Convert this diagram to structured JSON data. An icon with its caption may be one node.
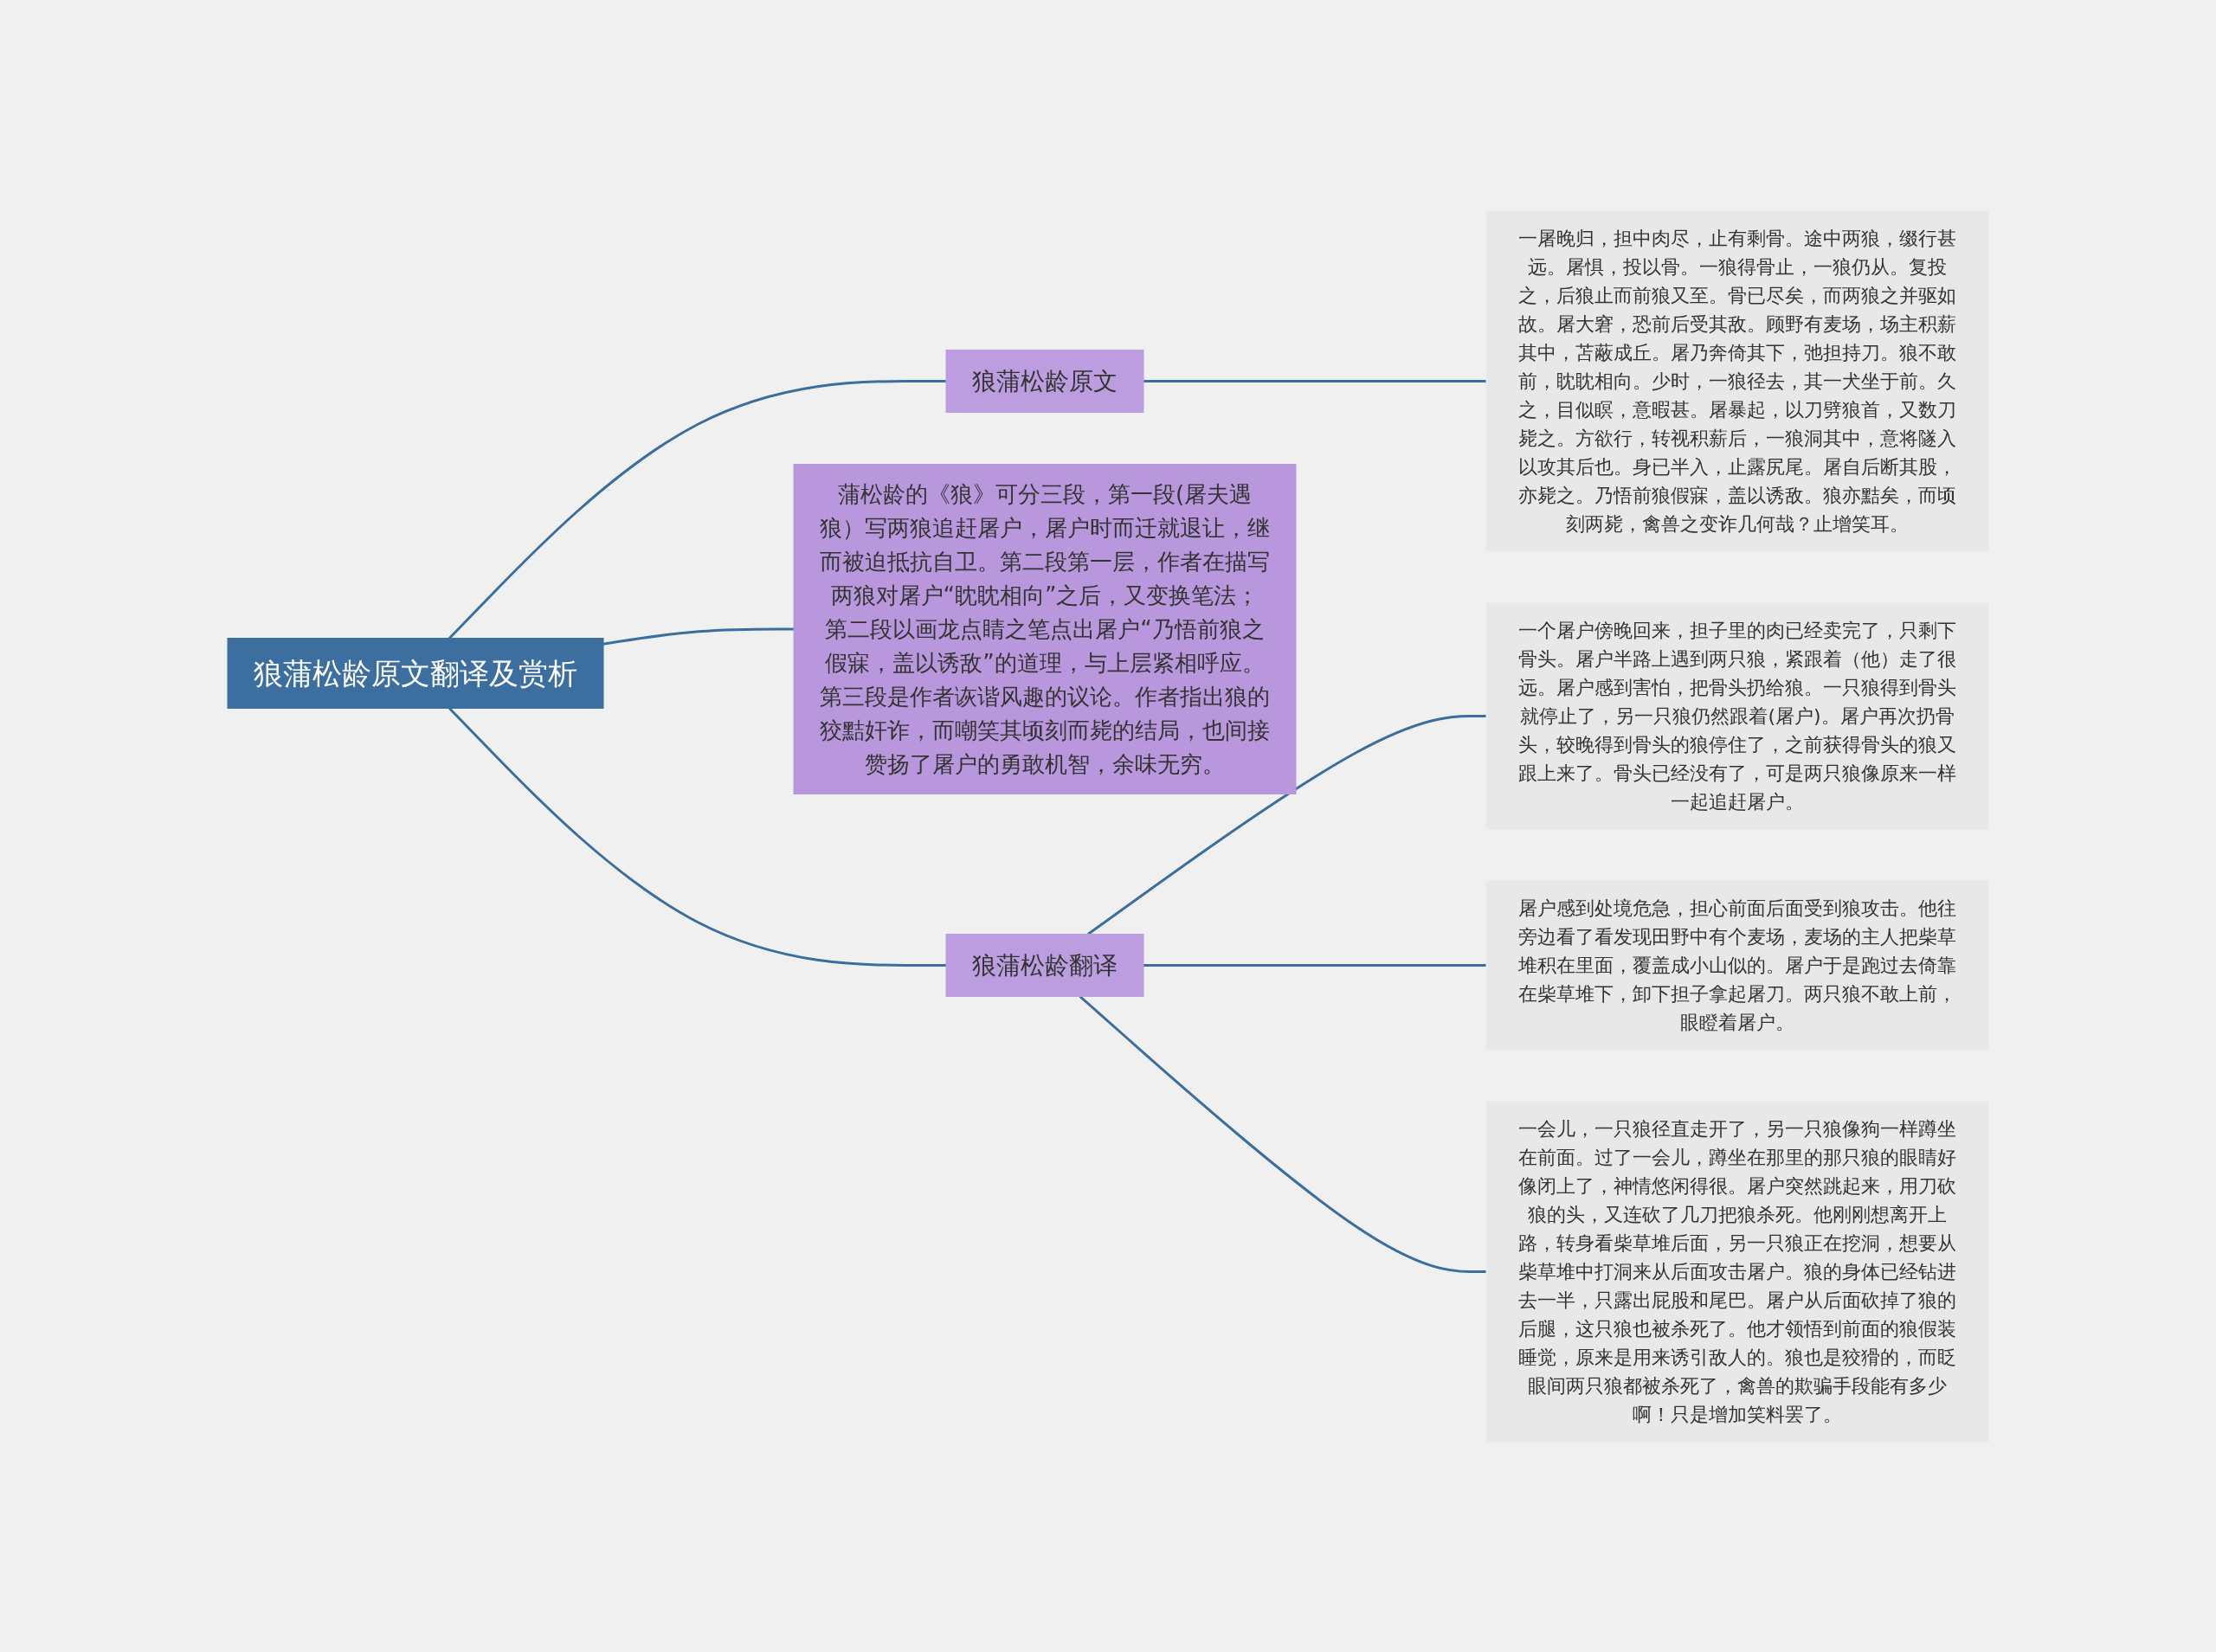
{
  "diagram": {
    "nodes": [
      {
        "text": [
          "狼蒲松龄原文翻译及赏析"
        ]
      },
      {
        "text": [
          "狼蒲松龄原文"
        ]
      },
      {
        "text": [
          "一屠晚归，担中肉尽，止有剩骨。途中两狼，缀行甚远。屠惧，投以骨。一狼得骨止，一狼仍从。复投之，后狼止而前狼又至。骨已尽矣，而两狼之并驱如故。屠大窘，恐前后受其敌。顾野有麦场，场主积薪其中，苫蔽成丘。屠乃奔倚其下，弛担持刀。狼不敢前，眈眈相向。少时，一狼径去，其一犬坐于前。久之，目似瞑，意暇甚。屠暴起，以刀劈狼首，又数刀毙之。方欲行，转视积薪后，一狼洞其中，意将隧入以攻其后也。身已半入，止露尻尾。屠自后断其股，亦毙之。乃悟前狼假寐，盖以诱敌。狼亦黠矣，而顷刻两毙，禽兽之变诈几何哉？止增笑耳。"
        ]
      },
      {
        "text": [
          "蒲松龄的《狼》可分三段，第一段(屠夫遇狼）写两狼追赶屠户，屠户时而迁就退让，继而被迫抵抗自卫。第二段第一层，作者在描写两狼对屠户“眈眈相向”之后，又变换笔法；第二段以画龙点睛之笔点出屠户“乃悟前狼之假寐，盖以诱敌”的道理，与上层紧相呼应。第三段是作者诙谐风趣的议论。作者指出狼的狡黠奸诈，而嘲笑其顷刻而毙的结局，也间接赞扬了屠户的勇敢机智，余味无穷。"
        ]
      },
      {
        "text": [
          "狼蒲松龄翻译"
        ]
      },
      {
        "text": [
          "一个屠户傍晚回来，担子里的肉已经卖完了，只剩下骨头。屠户半路上遇到两只狼，紧跟着（他）走了很远。屠户感到害怕，把骨头扔给狼。一只狼得到骨头就停止了，另一只狼仍然跟着(屠户)。屠户再次扔骨头，较晚得到骨头的狼停住了，之前获得骨头的狼又跟上来了。骨头已经没有了，可是两只狼像原来一样一起追赶屠户。"
        ]
      },
      {
        "text": [
          "屠户感到处境危急，担心前面后面受到狼攻击。他往旁边看了看发现田野中有个麦场，麦场的主人把柴草堆积在里面，覆盖成小山似的。屠户于是跑过去倚靠在柴草堆下，卸下担子拿起屠刀。两只狼不敢上前，眼瞪着屠户。"
        ]
      },
      {
        "text": [
          "一会儿，一只狼径直走开了，另一只狼像狗一样蹲坐在前面。过了一会儿，蹲坐在那里的那只狼的眼睛好像闭上了，神情悠闲得很。屠户突然跳起来，用刀砍狼的头，又连砍了几刀把狼杀死。他刚刚想离开上路，转身看柴草堆后面，另一只狼正在挖洞，想要从柴草堆中打洞来从后面攻击屠户。狼的身体已经钻进去一半，只露出屁股和尾巴。屠户从后面砍掉了狼的后腿，这只狼也被杀死了。他才领悟到前面的狼假装睡觉，原来是用来诱引敌人的。狼也是狡猾的，而眨眼间两只狼都被杀死了，禽兽的欺骗手段能有多少啊！只是增加笑料罢了。"
        ]
      }
    ],
    "edges": [
      {
        "from": 0,
        "to": 1,
        "arrow": "none"
      },
      {
        "from": 1,
        "to": 2,
        "arrow": "none"
      },
      {
        "from": 0,
        "to": 3,
        "arrow": "none"
      },
      {
        "from": 0,
        "to": 4,
        "arrow": "none"
      },
      {
        "from": 4,
        "to": 5,
        "arrow": "none"
      },
      {
        "from": 4,
        "to": 6,
        "arrow": "none"
      },
      {
        "from": 4,
        "to": 7,
        "arrow": "none"
      }
    ]
  }
}
